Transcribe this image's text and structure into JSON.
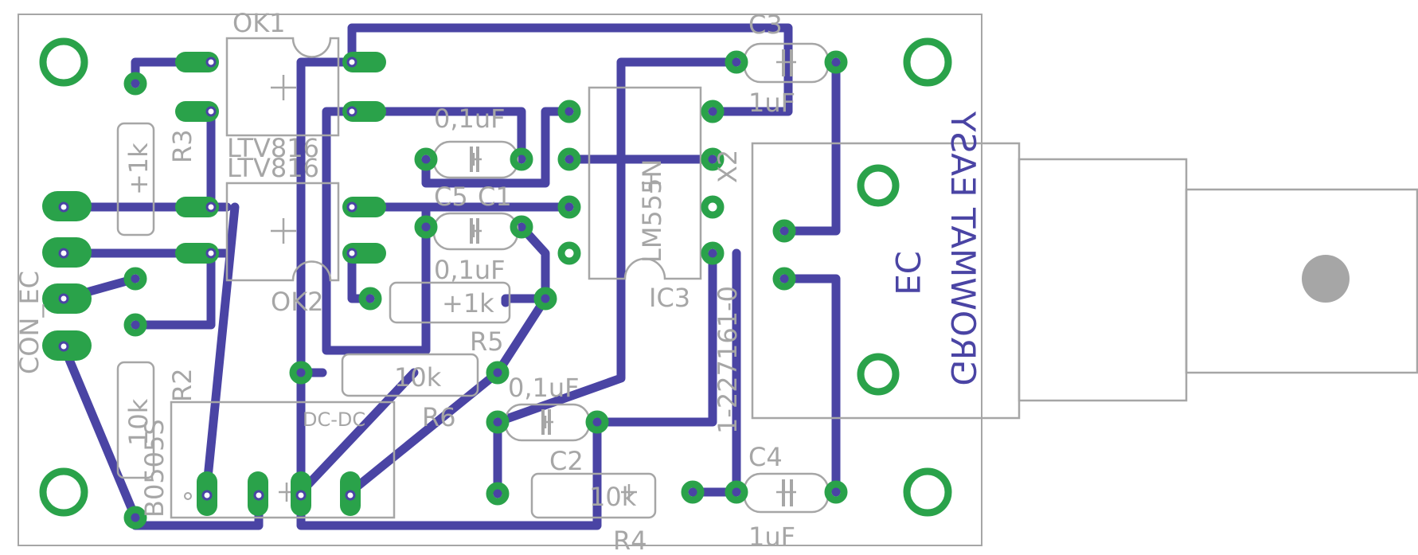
{
  "colors": {
    "trace": "#4a44a4",
    "pad": "#2aa24a",
    "silk": "#a6a6a6",
    "mirror_text": "#4a44a4",
    "background": "#ffffff"
  },
  "labels": {
    "ok1": "OK1",
    "ok1_part": "LTV816",
    "ok2_part": "LTV816",
    "ok2": "OK2",
    "r3": "R3",
    "r3_value": "+1k",
    "r2": "R2",
    "r2_value": "10k",
    "r5": "R5",
    "r5_value": "+1k",
    "r6": "R6",
    "r6_value": "10k",
    "r4": "R4",
    "r4_value": "10k",
    "c3": "C3",
    "c3_value": "1uF",
    "c4": "C4",
    "c4_value": "1uF",
    "c5": "C5",
    "c5_value": "0,1uF",
    "c1": "C1",
    "c1_value": "0,1uF",
    "c2": "C2",
    "c2_value": "0,1uF",
    "ic3": "IC3",
    "ic3_part": "LM555N",
    "x2": "X2",
    "x2_part": "1-227161-0",
    "con": "CON_EC",
    "dcdc": "DC-DC",
    "dcdc_part": "B0505S",
    "mirror_label": "GROWMAT EASY",
    "mirror_ec": "EC"
  }
}
